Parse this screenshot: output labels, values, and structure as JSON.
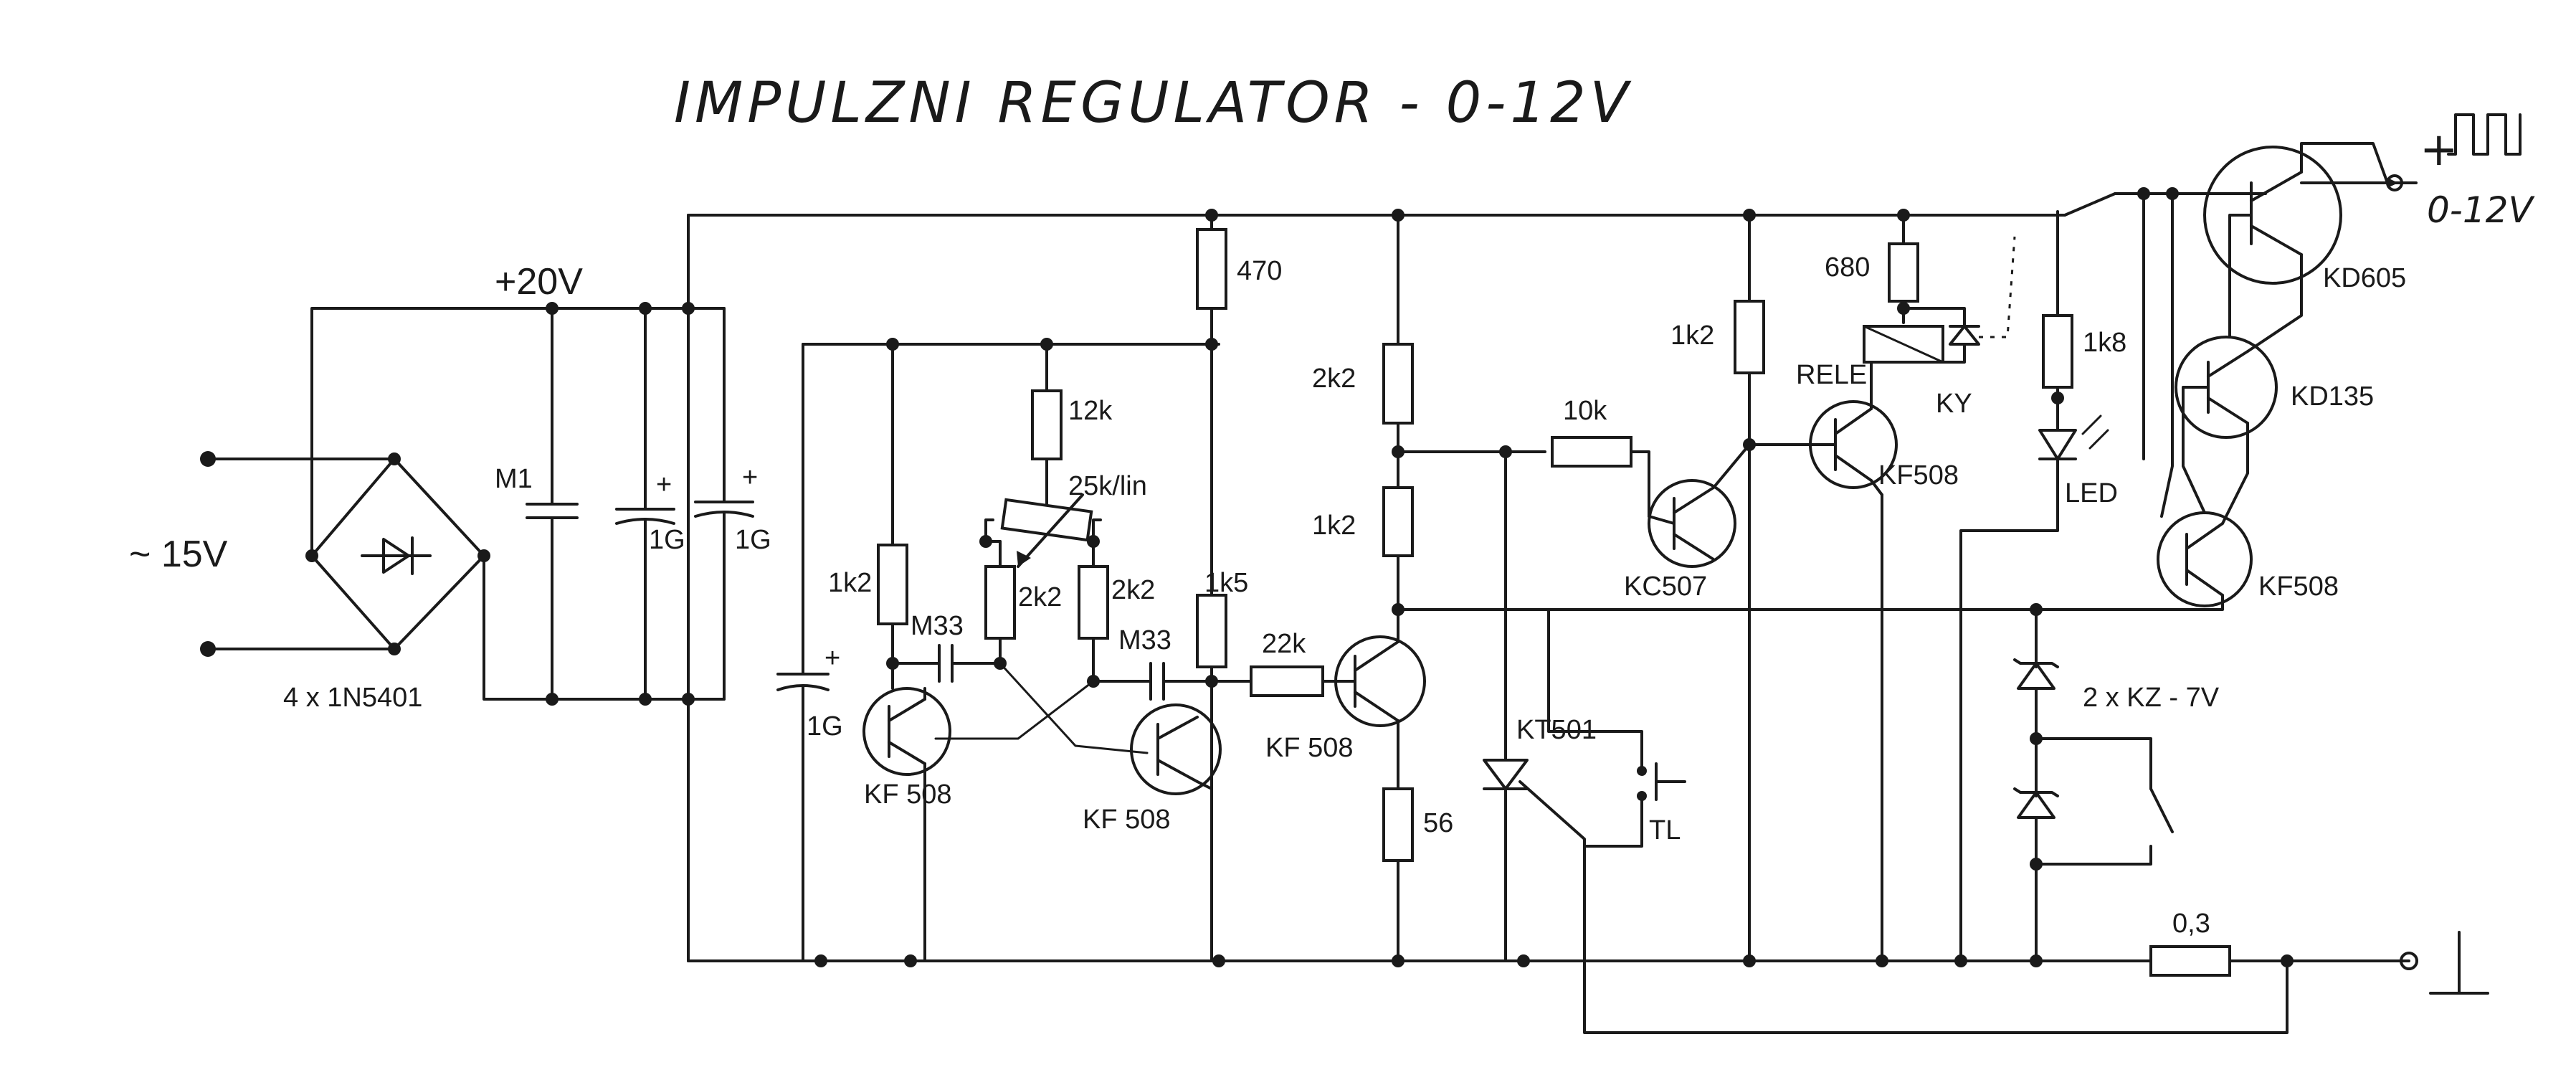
{
  "title": "IMPULZNI REGULATOR - 0-12V",
  "labels": {
    "supply": "+20V",
    "input_ac": "~ 15V",
    "bridge": "4 x 1N5401",
    "m1": "M1",
    "cap_1g_a": "1G",
    "cap_1g_b": "1G",
    "cap_1g_c": "1G",
    "plus_a": "+",
    "plus_b": "+",
    "plus_c": "+",
    "r_470": "470",
    "r_12k": "12k",
    "pot_25k": "25k/lin",
    "r_1k2_a": "1k2",
    "r_2k2_a": "2k2",
    "r_2k2_b": "2k2",
    "c_m33_a": "M33",
    "c_m33_b": "M33",
    "r_1k5": "1k5",
    "r_22k": "22k",
    "t_kf508_a": "KF 508",
    "t_kf508_b": "KF 508",
    "t_kf508_c": "KF 508",
    "r_2k2_c": "2k2",
    "r_1k2_b": "1k2",
    "r_56": "56",
    "r_10k": "10k",
    "t_kc507": "KC507",
    "thyristor": "KT501",
    "button": "TL",
    "r_1k2_c": "1k2",
    "r_680": "680",
    "relay": "RELE",
    "diode_ky": "KY",
    "t_kf508_d": "KF508",
    "r_1k8": "1k8",
    "led": "LED",
    "t_kd605": "KD605",
    "t_kd135": "KD135",
    "t_kf508_e": "KF508",
    "zener": "2 x KZ - 7V",
    "r_shunt": "0,3",
    "output": "0-12V",
    "output_plus": "+",
    "ground": "⊥"
  }
}
